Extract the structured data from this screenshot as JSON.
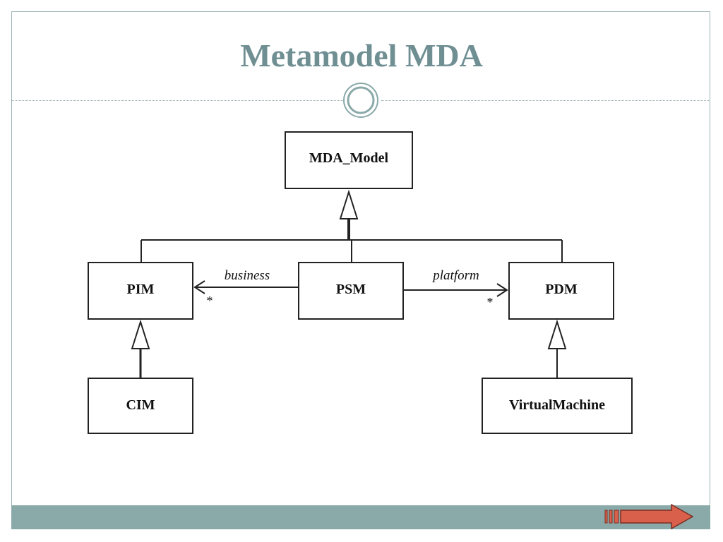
{
  "slide": {
    "title": "Metamodel MDA"
  },
  "diagram": {
    "nodes": {
      "mda_model": "MDA_Model",
      "pim": "PIM",
      "psm": "PSM",
      "pdm": "PDM",
      "cim": "CIM",
      "virtual_machine": "VirtualMachine"
    },
    "edges": {
      "business": "business",
      "platform": "platform",
      "business_multiplicity": "*",
      "platform_multiplicity": "*"
    }
  },
  "colors": {
    "title": "#6f8f93",
    "footer": "#8aa9a9",
    "next_arrow_fill": "#d9604a"
  },
  "navigation": {
    "next_icon": "next-slide-arrow-icon"
  }
}
